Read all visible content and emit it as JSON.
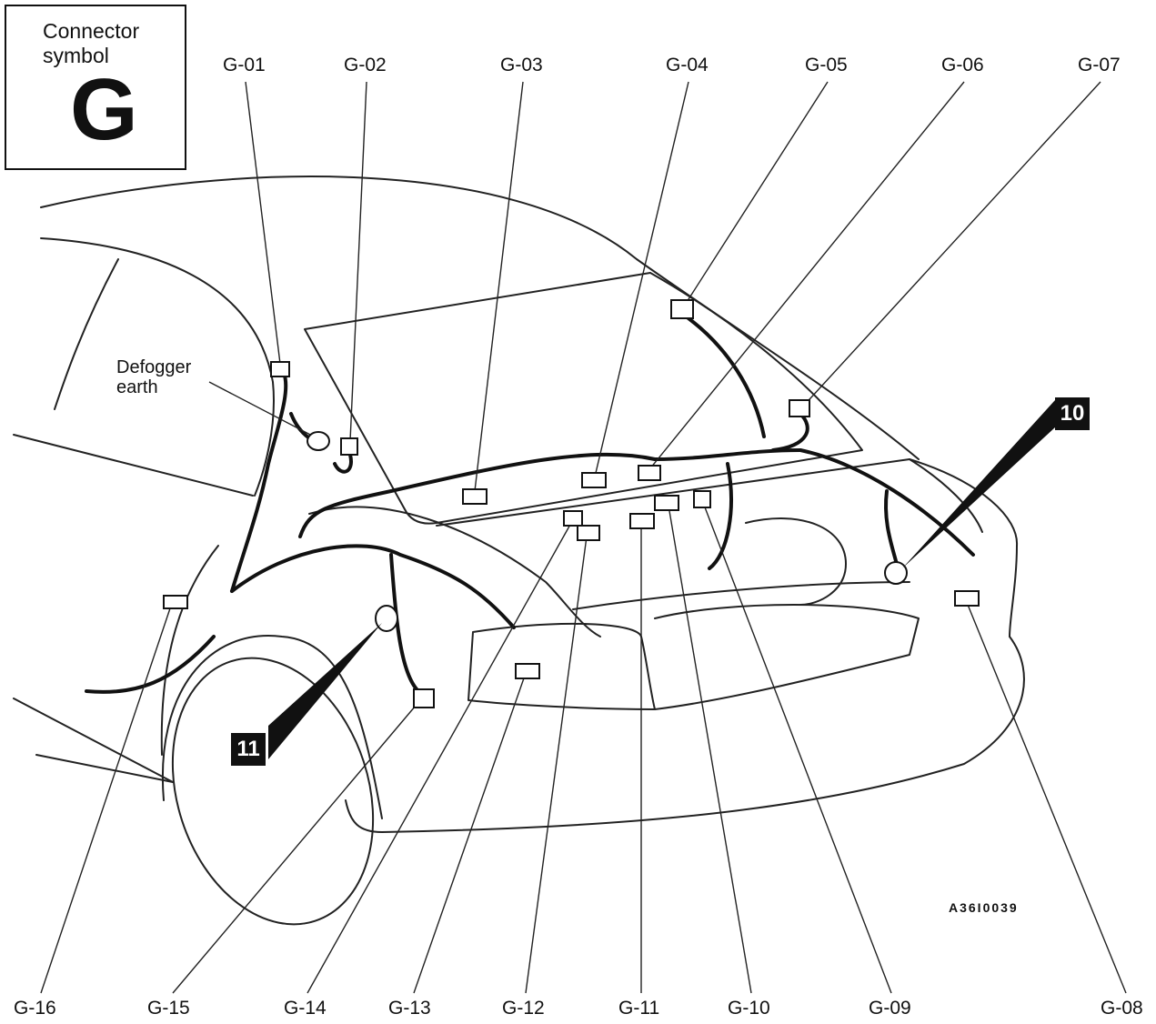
{
  "connector_symbol": {
    "caption": "Connector\nsymbol",
    "letter": "G"
  },
  "connector_labels": {
    "top": [
      "G-01",
      "G-02",
      "G-03",
      "G-04",
      "G-05",
      "G-06",
      "G-07"
    ],
    "bottom": [
      "G-16",
      "G-15",
      "G-14",
      "G-13",
      "G-12",
      "G-11",
      "G-10",
      "G-09",
      "G-08"
    ]
  },
  "defogger_note": "Defogger\nearth",
  "ground_points": [
    "10",
    "11"
  ],
  "figure_code": "A36I0039",
  "colors": {
    "ink": "#111111",
    "paper": "#ffffff"
  }
}
